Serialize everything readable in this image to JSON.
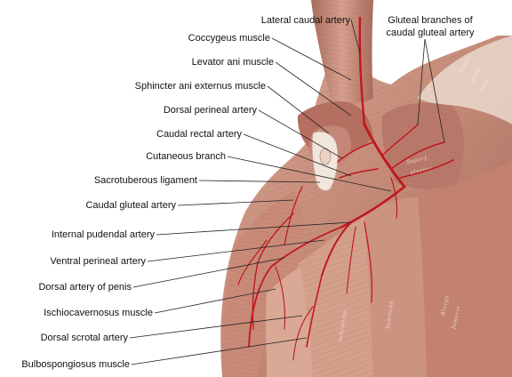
{
  "labels": {
    "lateral_caudal_artery": "Lateral caudal artery",
    "gluteal_branches_line1": "Gluteal branches of",
    "gluteal_branches_line2": "caudal gluteal artery",
    "coccygeus_muscle": "Coccygeus muscle",
    "levator_ani_muscle": "Levator ani muscle",
    "sphincter_ani_externus_muscle": "Sphincter ani externus muscle",
    "dorsal_perineal_artery": "Dorsal perineal artery",
    "caudal_rectal_artery": "Caudal rectal artery",
    "cutaneous_branch": "Cutaneous branch",
    "sacrotuberous_ligament": "Sacrotuberous ligament",
    "caudal_gluteal_artery": "Caudal gluteal artery",
    "internal_pudendal_artery": "Internal pudendal artery",
    "ventral_perineal_artery": "Ventral perineal artery",
    "dorsal_artery_of_penis": "Dorsal artery of penis",
    "ischiocavernosus_muscle": "Ischiocavernosus muscle",
    "dorsal_scrotal_artery": "Dorsal scrotal artery",
    "bulbospongiosus_muscle": "Bulbospongiosus muscle"
  },
  "illustration_text": {
    "fascia_1": "Superf.",
    "fascia_2": "gluteal",
    "fascia_3": "fascia",
    "gluteus_1": "Superf.",
    "gluteus_2": "gluteus",
    "semimembranosus": "Semimemb.",
    "semitendinosus": "Semitend.",
    "biceps_1": "Biceps",
    "biceps_2": "femoris"
  },
  "colors": {
    "background": "#ffffff",
    "muscle": "#c98f7c",
    "muscle_dark": "#9c5a4c",
    "artery": "#c0181c",
    "ligament": "#f1e6dc",
    "leader": "#222222"
  }
}
